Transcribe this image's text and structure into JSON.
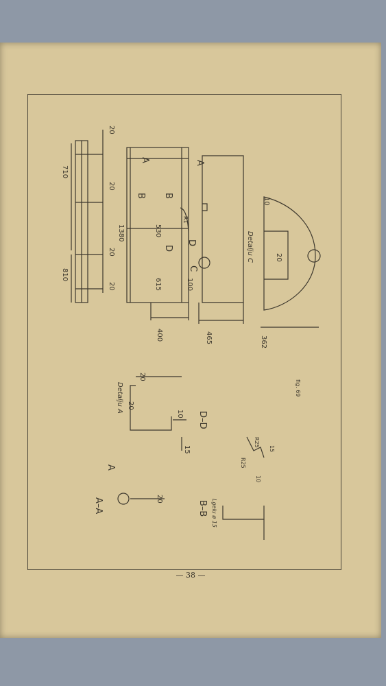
{
  "page_number": "— 38 —",
  "view_top": {
    "dim_left_top": "20",
    "dim_left_mid": "20",
    "dim_left_lower": "20",
    "dim_left_bottom": "20",
    "dim_height_upper": "710",
    "dim_height_lower": "810"
  },
  "view_middle": {
    "section_a": "A",
    "section_b": "B",
    "section_d": "D",
    "section_c": "C",
    "dim_total": "1380",
    "dim_530": "530",
    "dim_615": "615",
    "dim_100": "100",
    "dim_r": "R1",
    "dim_width_left": "400",
    "dim_width_right": "465"
  },
  "detail_c": {
    "title": "Detalju C",
    "dim_top": "10",
    "dim_mid": "20",
    "dim_width": "362"
  },
  "detail_a": {
    "title": "Detalju A",
    "dim_20_top": "20",
    "dim_20_left": "20",
    "dim_10": "10",
    "dim_15": "15"
  },
  "section_dd": {
    "title": "D–D",
    "dim_r25_a": "R25",
    "dim_r25_b": "R25",
    "dim_15": "15",
    "dim_10": "10",
    "fig": "fig. 69"
  },
  "section_aa": {
    "title": "A–A",
    "pointer": "A",
    "dim_20": "20"
  },
  "section_bb": {
    "title": "B–B",
    "note": "Lgelu ø 15"
  }
}
